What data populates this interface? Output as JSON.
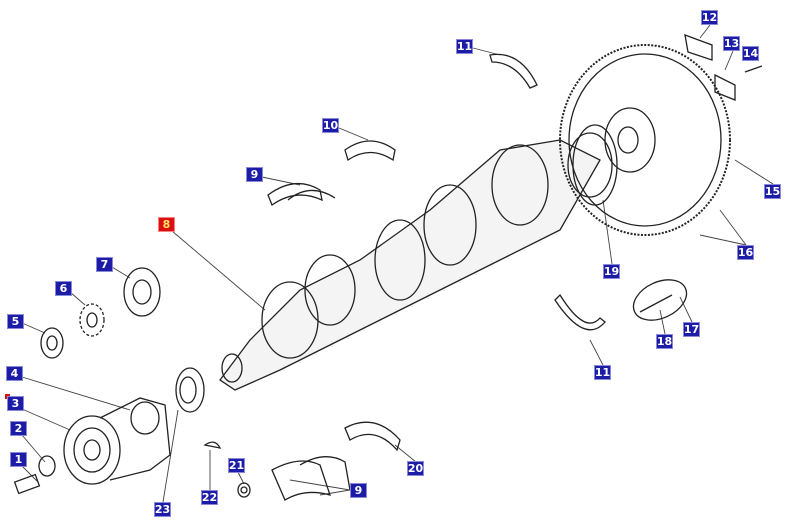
{
  "diagram": {
    "selected_part": "8",
    "colors": {
      "callout": "#1c1ca6",
      "callout_text": "#ffffff",
      "selected": "#d81010",
      "selected_text": "#ffe060"
    },
    "callouts": [
      {
        "label": "1"
      },
      {
        "label": "2"
      },
      {
        "label": "3"
      },
      {
        "label": "4"
      },
      {
        "label": "5"
      },
      {
        "label": "6"
      },
      {
        "label": "7"
      },
      {
        "label": "8"
      },
      {
        "label": "9"
      },
      {
        "label": "10"
      },
      {
        "label": "11"
      },
      {
        "label": "12"
      },
      {
        "label": "13"
      },
      {
        "label": "14"
      },
      {
        "label": "15"
      },
      {
        "label": "16"
      },
      {
        "label": "17"
      },
      {
        "label": "18"
      },
      {
        "label": "19"
      },
      {
        "label": "20"
      },
      {
        "label": "21"
      },
      {
        "label": "22"
      },
      {
        "label": "23"
      },
      {
        "label": "9"
      },
      {
        "label": "11"
      }
    ]
  }
}
